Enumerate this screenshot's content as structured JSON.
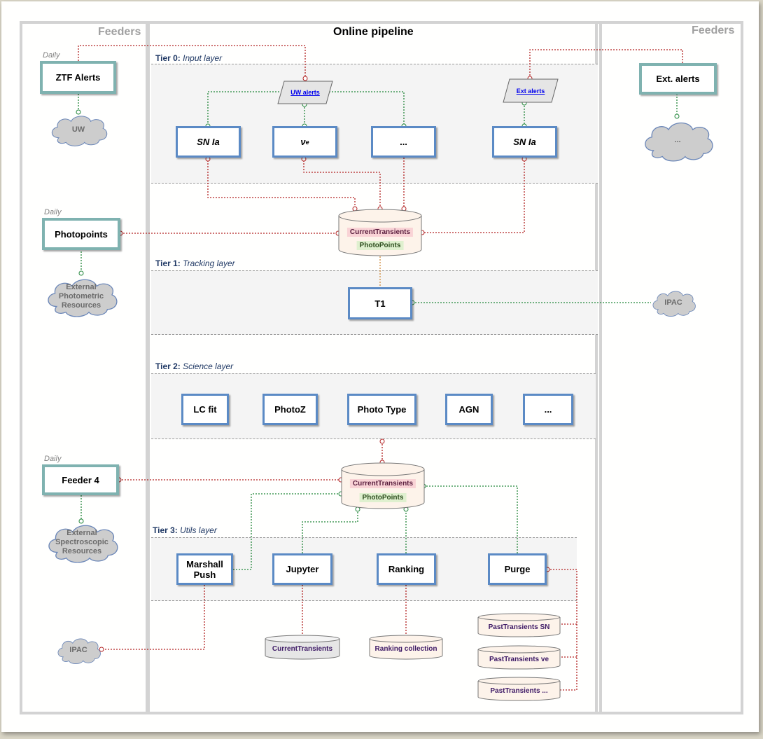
{
  "columns": {
    "left_title": "Feeders",
    "center_title": "Online pipeline",
    "right_title": "Feeders"
  },
  "tiers": [
    {
      "num": "Tier 0:",
      "name": "Input layer"
    },
    {
      "num": "Tier 1:",
      "name": "Tracking layer"
    },
    {
      "num": "Tier 2:",
      "name": "Science layer"
    },
    {
      "num": "Tier 3:",
      "name": "Utils layer"
    }
  ],
  "daily_label": "Daily",
  "feeders_left": [
    {
      "label": "ZTF Alerts",
      "cloud": "UW"
    },
    {
      "label": "Photopoints",
      "cloud": "External Photometric Resources"
    },
    {
      "label": "Feeder 4",
      "cloud": "External Spectroscopic Resources"
    }
  ],
  "feeders_right": {
    "label": "Ext. alerts",
    "cloud": "..."
  },
  "alert_streams": {
    "uw": "UW alerts",
    "ext": "Ext alerts"
  },
  "t0_units": [
    "SN Ia",
    "ν",
    "e",
    "...",
    "SN Ia"
  ],
  "db_collections": {
    "transients": "CurrentTransients",
    "photopoints": "PhotoPoints"
  },
  "t1_unit": "T1",
  "ipac": "IPAC",
  "t2_units": [
    "LC fit",
    "PhotoZ",
    "Photo Type",
    "AGN",
    "..."
  ],
  "t3_units": [
    "Marshall Push",
    "Jupyter",
    "Ranking",
    "Purge"
  ],
  "outputs": [
    "CurrentTransients",
    "Ranking collection",
    "PastTransients SN",
    "PastTransients ve",
    "PastTransients ..."
  ],
  "colors": {
    "red": "#b22222",
    "green": "#22863a",
    "orange": "#d08a3c",
    "blue_border": "#5b8ac5",
    "teal_border": "#7fb2b0"
  }
}
